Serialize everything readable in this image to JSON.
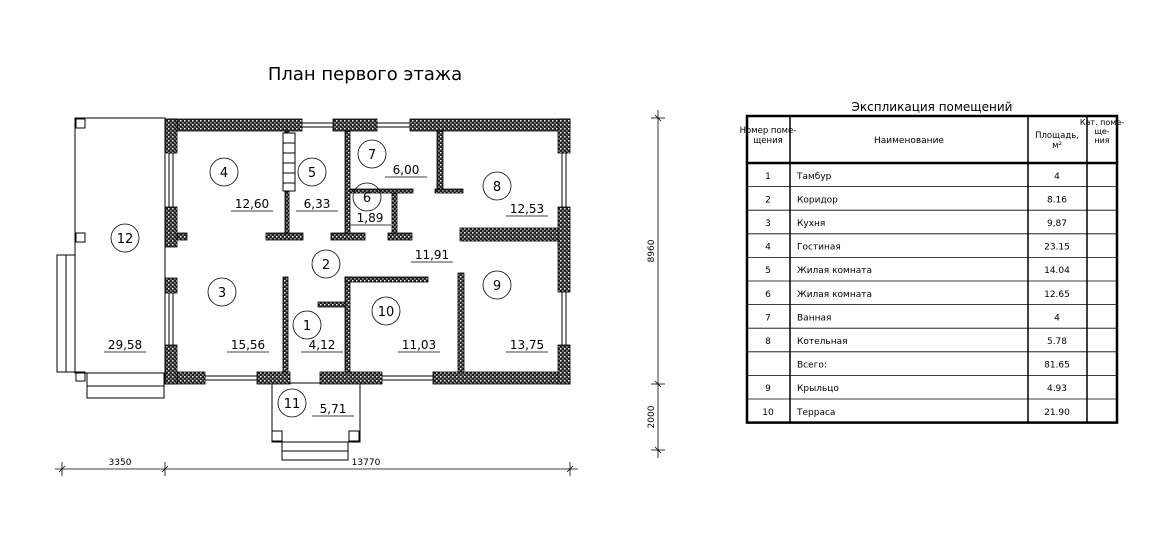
{
  "plan": {
    "title": "План первого этажа",
    "rooms": [
      {
        "num": "1",
        "area": "4,12"
      },
      {
        "num": "2",
        "area": "11,91"
      },
      {
        "num": "3",
        "area": "15,56"
      },
      {
        "num": "4",
        "area": "12,60"
      },
      {
        "num": "5",
        "area": "6,33"
      },
      {
        "num": "6",
        "area": "1,89"
      },
      {
        "num": "7",
        "area": "6,00"
      },
      {
        "num": "8",
        "area": "12,53"
      },
      {
        "num": "9",
        "area": "13,75"
      },
      {
        "num": "10",
        "area": "11,03"
      },
      {
        "num": "11",
        "area": "5,71"
      },
      {
        "num": "12",
        "area": "29,58"
      }
    ],
    "dimensions": {
      "terrace_width": "3350",
      "house_length": "13770",
      "house_width": "8960",
      "porch_depth": "2000"
    }
  },
  "table": {
    "title": "Экспликация помещений",
    "headers": [
      "Номер поме- щения",
      "Наименование",
      "Площадь, м²",
      "Кат. поме- ще- ния"
    ],
    "rows": [
      {
        "num": "1",
        "name": "Тамбур",
        "area": "4"
      },
      {
        "num": "2",
        "name": "Коридор",
        "area": "8.16"
      },
      {
        "num": "3",
        "name": "Кухня",
        "area": "9,87"
      },
      {
        "num": "4",
        "name": "Гостиная",
        "area": "23.15"
      },
      {
        "num": "5",
        "name": "Жилая комната",
        "area": "14.04"
      },
      {
        "num": "6",
        "name": "Жилая комната",
        "area": "12.65"
      },
      {
        "num": "7",
        "name": "Ванная",
        "area": "4"
      },
      {
        "num": "8",
        "name": "Котельная",
        "area": "5.78"
      },
      {
        "num": "",
        "name": "Всего:",
        "area": "81.65"
      },
      {
        "num": "9",
        "name": "Крыльцо",
        "area": "4.93"
      },
      {
        "num": "10",
        "name": "Терраса",
        "area": "21.90"
      }
    ]
  }
}
